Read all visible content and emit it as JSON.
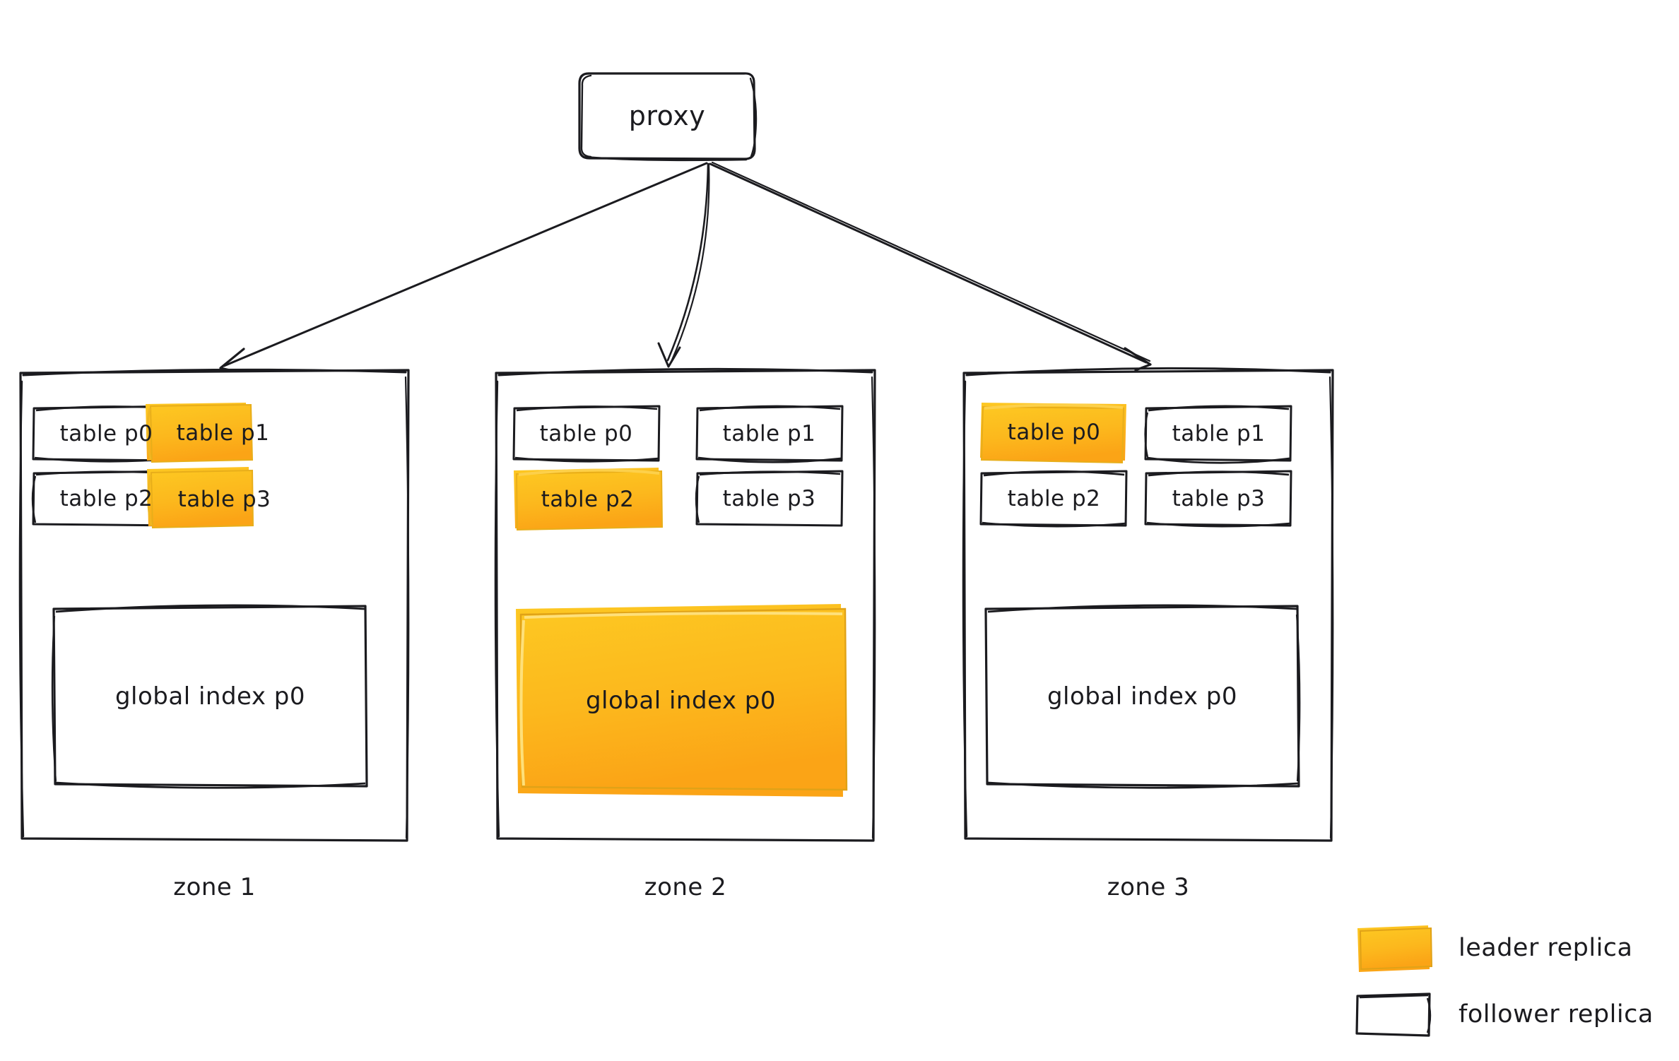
{
  "diagram": {
    "title": "proxy / multi-zone replica placement",
    "colors": {
      "leader_fill_top": "#FDC822",
      "leader_fill_bottom": "#FBA416",
      "leader_stroke": "#E1A116",
      "follower_fill": "#FFFFFF",
      "stroke": "#1B1B1F",
      "text": "#1B1B1F",
      "background": "#FFFFFF"
    },
    "proxy": {
      "label": "proxy"
    },
    "arrows": [
      {
        "name": "proxy-to-zone-1",
        "from": "proxy",
        "to": "zone 1"
      },
      {
        "name": "proxy-to-zone-2",
        "from": "proxy",
        "to": "zone 2"
      },
      {
        "name": "proxy-to-zone-3",
        "from": "proxy",
        "to": "zone 3"
      }
    ],
    "zones": [
      {
        "label": "zone 1",
        "replicas": [
          {
            "label": "table p0",
            "role": "follower"
          },
          {
            "label": "table p1",
            "role": "leader"
          },
          {
            "label": "table p2",
            "role": "follower"
          },
          {
            "label": "table p3",
            "role": "leader"
          }
        ],
        "index": {
          "label": "global index p0",
          "role": "follower"
        }
      },
      {
        "label": "zone 2",
        "replicas": [
          {
            "label": "table p0",
            "role": "follower"
          },
          {
            "label": "table p1",
            "role": "follower"
          },
          {
            "label": "table p2",
            "role": "leader"
          },
          {
            "label": "table p3",
            "role": "follower"
          }
        ],
        "index": {
          "label": "global index p0",
          "role": "leader"
        }
      },
      {
        "label": "zone 3",
        "replicas": [
          {
            "label": "table p0",
            "role": "leader"
          },
          {
            "label": "table p1",
            "role": "follower"
          },
          {
            "label": "table p2",
            "role": "follower"
          },
          {
            "label": "table p3",
            "role": "follower"
          }
        ],
        "index": {
          "label": "global index p0",
          "role": "follower"
        }
      }
    ],
    "legend": {
      "items": [
        {
          "label": "leader replica",
          "role": "leader"
        },
        {
          "label": "follower replica",
          "role": "follower"
        }
      ]
    }
  }
}
